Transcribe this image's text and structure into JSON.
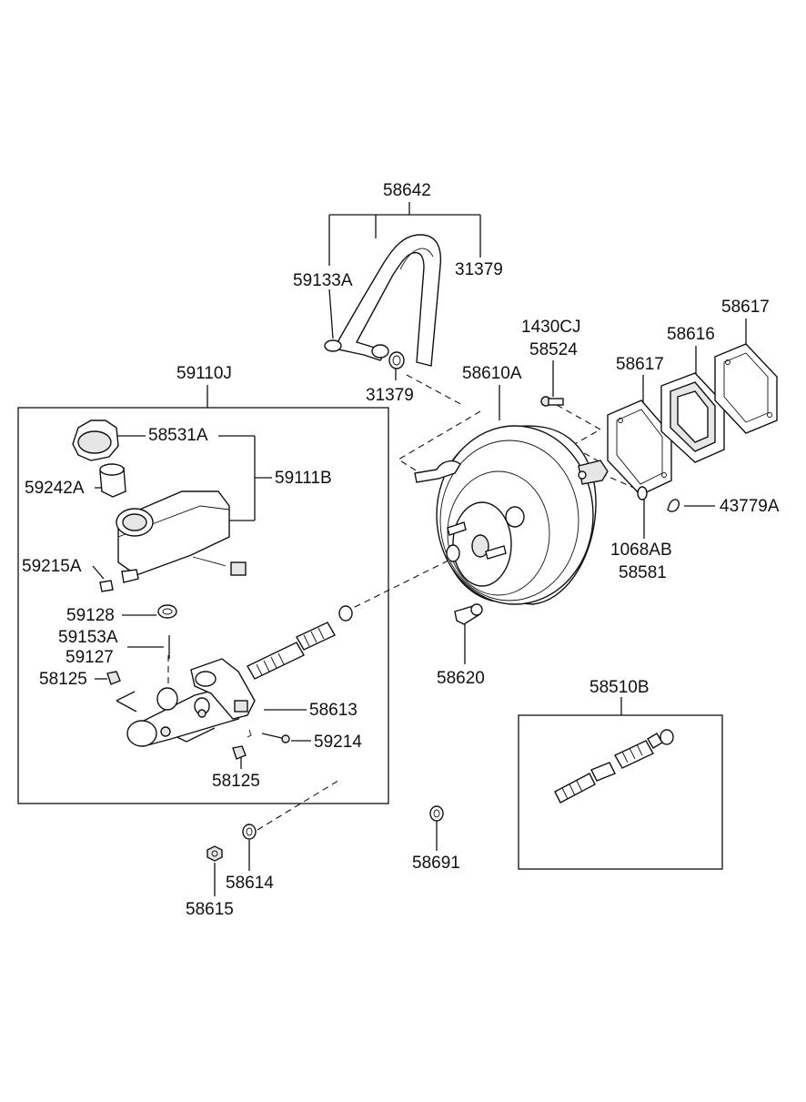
{
  "diagram": {
    "labels": {
      "p58642": "58642",
      "p59133A": "59133A",
      "p31379_top": "31379",
      "p31379_clamp": "31379",
      "p1430CJ": "1430CJ",
      "p58524": "58524",
      "p58617_right": "58617",
      "p58616": "58616",
      "p58617_left": "58617",
      "p59110J": "59110J",
      "p58610A": "58610A",
      "p58531A": "58531A",
      "p59111B": "59111B",
      "p59242A": "59242A",
      "p43779A": "43779A",
      "p1068AB": "1068AB",
      "p58581": "58581",
      "p59215A": "59215A",
      "p59128": "59128",
      "p59153A": "59153A",
      "p59127": "59127",
      "p58125_left": "58125",
      "p58613": "58613",
      "p58620": "58620",
      "p58510B": "58510B",
      "p59214": "59214",
      "p58125_bottom": "58125",
      "p58691": "58691",
      "p58614": "58614",
      "p58615": "58615"
    }
  }
}
